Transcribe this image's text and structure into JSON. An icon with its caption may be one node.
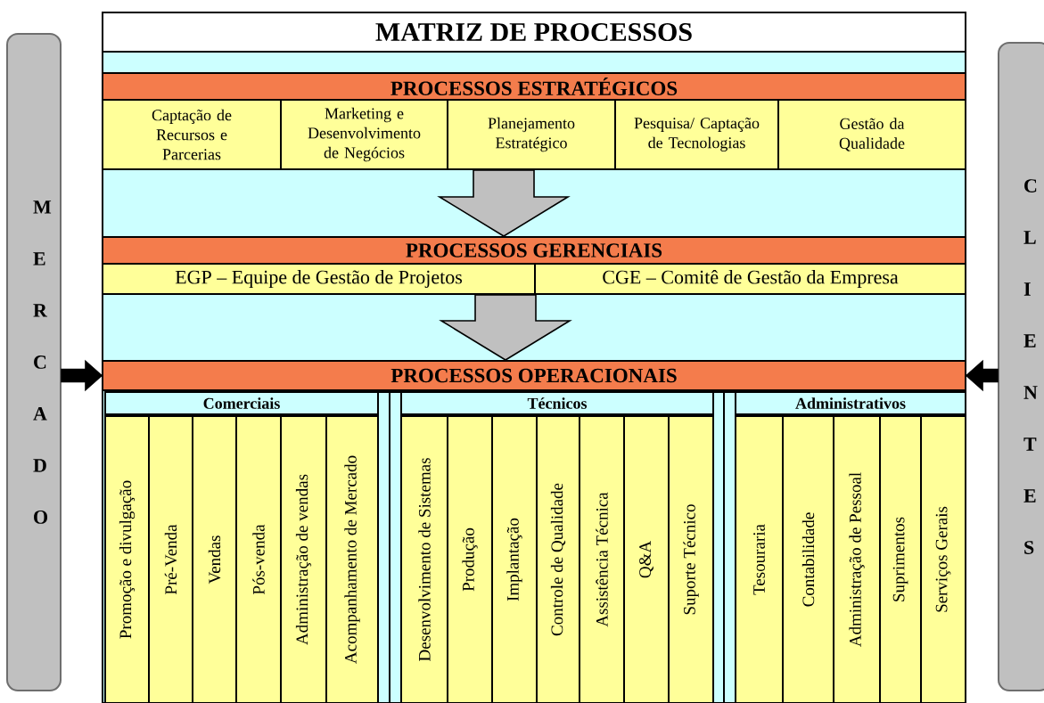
{
  "diagram": {
    "title": "MATRIZ DE PROCESSOS",
    "nodes": [
      {
        "text": [
          "MERCADO"
        ]
      },
      {
        "text": [
          "CLIENTES"
        ]
      },
      {
        "text": [
          "PROCESSOS ESTRATÉGICOS"
        ]
      },
      {
        "text": [
          "Captação de Recursos e Parcerias"
        ]
      },
      {
        "text": [
          "Marketing e Desenvolvimento de Negócios"
        ]
      },
      {
        "text": [
          "Planejamento Estratégico"
        ]
      },
      {
        "text": [
          "Pesquisa/ Captação de Tecnologias"
        ]
      },
      {
        "text": [
          "Gestão da Qualidade"
        ]
      },
      {
        "text": [
          "PROCESSOS GERENCIAIS"
        ]
      },
      {
        "text": [
          "EGP – Equipe de Gestão de Projetos"
        ]
      },
      {
        "text": [
          "CGE – Comitê de Gestão da Empresa"
        ]
      },
      {
        "text": [
          "PROCESSOS OPERACIONAIS"
        ]
      },
      {
        "text": [
          "Comerciais"
        ]
      },
      {
        "text": [
          "Promoção e divulgação"
        ]
      },
      {
        "text": [
          "Pré-Venda"
        ]
      },
      {
        "text": [
          "Vendas"
        ]
      },
      {
        "text": [
          "Pós-venda"
        ]
      },
      {
        "text": [
          "Administração de vendas"
        ]
      },
      {
        "text": [
          "Acompanhamento de Mercado"
        ]
      },
      {
        "text": [
          "Técnicos"
        ]
      },
      {
        "text": [
          "Desenvolvimento de Sistemas"
        ]
      },
      {
        "text": [
          "Produção"
        ]
      },
      {
        "text": [
          "Implantação"
        ]
      },
      {
        "text": [
          "Controle de Qualidade"
        ]
      },
      {
        "text": [
          "Assistência Técnica"
        ]
      },
      {
        "text": [
          "Q&A"
        ]
      },
      {
        "text": [
          "Suporte Técnico"
        ]
      },
      {
        "text": [
          "Administrativos"
        ]
      },
      {
        "text": [
          "Tesouraria"
        ]
      },
      {
        "text": [
          "Contabilidade"
        ]
      },
      {
        "text": [
          "Administração de Pessoal"
        ]
      },
      {
        "text": [
          "Suprimentos"
        ]
      },
      {
        "text": [
          "Serviços Gerais"
        ]
      }
    ],
    "edges": [
      {
        "from": 5,
        "to": 8,
        "arrow": "to",
        "style": "thick",
        "color": "#c0c0c0"
      },
      {
        "from": 9,
        "to": 11,
        "arrow": "to",
        "style": "thick",
        "color": "#c0c0c0"
      },
      {
        "from": 0,
        "to": 11,
        "arrow": "to",
        "style": "thick",
        "color": "#000000"
      },
      {
        "from": 1,
        "to": 11,
        "arrow": "to",
        "style": "thick",
        "color": "#000000"
      }
    ]
  }
}
